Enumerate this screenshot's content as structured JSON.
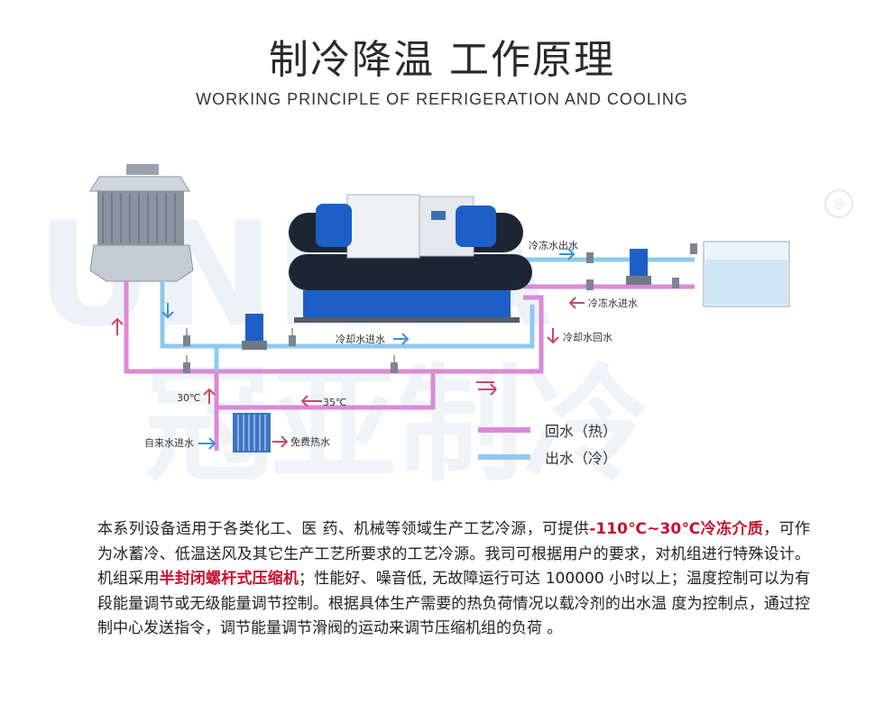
{
  "header": {
    "title": "制冷降温 工作原理",
    "subtitle": "WORKING PRINCIPLE OF REFRIGERATION AND COOLING"
  },
  "watermark": {
    "brand_chars": "冠亚制冷",
    "registered": "®"
  },
  "diagram": {
    "labels": {
      "chilled_out": "冷冻水出水",
      "chilled_in": "冷冻水进水",
      "cooling_in": "冷却水进水",
      "cooling_return": "冷却水回水",
      "temp_30": "30℃",
      "temp_35": "35℃",
      "tap_in": "自来水进水",
      "free_hot": "免费热水"
    },
    "legend": [
      {
        "label": "回水（热）",
        "color": "#d98ad6"
      },
      {
        "label": "出水（冷）",
        "color": "#8ec9ef"
      }
    ],
    "colors": {
      "hot_pipe": "#d98ad6",
      "cold_pipe": "#8ec9ef",
      "machine_blue": "#1e5fc7",
      "arrow": "#c14b6a"
    }
  },
  "description": {
    "p1": "本系列设备适用于各类化工、医 药、机械等领域生产工艺冷源，可提供",
    "h1": "-110℃~30℃冷冻介质",
    "p2": "，可作为冰蓄冷、低温送风及其它生产工艺所要求的工艺冷源。我司可根据用户的要求，对机组进行特殊设计。机组采用",
    "h2": "半封闭螺杆式压缩机",
    "p3": "；性能好、噪音低, 无故障运行可达 100000 小时以上；温度控制可以为有段能量调节或无级能量调节控制。根据具体生产需要的热负荷情况以载冷剂的出水温 度为控制点，通过控制中心发送指令，调节能量调节滑阀的运动来调节压缩机组的负荷 。"
  }
}
